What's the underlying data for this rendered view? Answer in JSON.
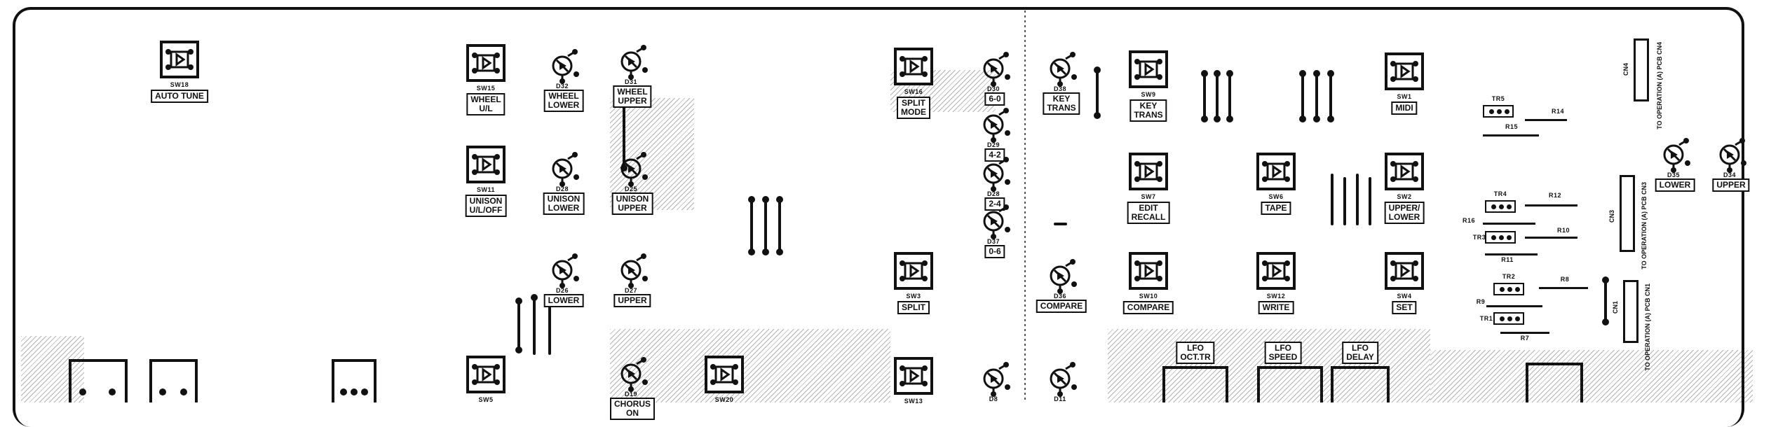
{
  "switches": [
    {
      "id": "sw18",
      "ref": "SW18",
      "label": "AUTO TUNE"
    },
    {
      "id": "sw15",
      "ref": "SW15",
      "label": "WHEEL\nU/L"
    },
    {
      "id": "sw11",
      "ref": "SW11",
      "label": "UNISON\nU/L/OFF"
    },
    {
      "id": "sw16",
      "ref": "SW16",
      "label": "SPLIT\nMODE"
    },
    {
      "id": "sw3",
      "ref": "SW3",
      "label": "SPLIT"
    },
    {
      "id": "sw9",
      "ref": "SW9",
      "label": "KEY\nTRANS"
    },
    {
      "id": "sw7",
      "ref": "SW7",
      "label": "EDIT\nRECALL"
    },
    {
      "id": "sw10",
      "ref": "SW10",
      "label": "COMPARE"
    },
    {
      "id": "sw6",
      "ref": "SW6",
      "label": "TAPE"
    },
    {
      "id": "sw12",
      "ref": "SW12",
      "label": "WRITE"
    },
    {
      "id": "sw1",
      "ref": "SW1",
      "label": "MIDI"
    },
    {
      "id": "sw2",
      "ref": "SW2",
      "label": "UPPER/\nLOWER"
    },
    {
      "id": "sw4",
      "ref": "SW4",
      "label": "SET"
    },
    {
      "id": "sw5",
      "ref": "SW5",
      "label": ""
    },
    {
      "id": "sw20",
      "ref": "SW20",
      "label": ""
    },
    {
      "id": "sw13",
      "ref": "SW13",
      "label": ""
    }
  ],
  "leds": [
    {
      "id": "d32",
      "ref": "D32",
      "label": "WHEEL\nLOWER"
    },
    {
      "id": "d31",
      "ref": "D31",
      "label": "WHEEL\nUPPER"
    },
    {
      "id": "d28",
      "ref": "D28",
      "label": "UNISON\nLOWER"
    },
    {
      "id": "d25",
      "ref": "D25",
      "label": "UNISON\nUPPER"
    },
    {
      "id": "d26",
      "ref": "D26",
      "label": "LOWER"
    },
    {
      "id": "d27",
      "ref": "D27",
      "label": "UPPER"
    },
    {
      "id": "d19",
      "ref": "D19",
      "label": "CHORUS\nON"
    },
    {
      "id": "d30",
      "ref": "D30",
      "label": "6-0"
    },
    {
      "id": "d29",
      "ref": "D29",
      "label": "4-2"
    },
    {
      "id": "d28b",
      "ref": "D28",
      "label": "2-4"
    },
    {
      "id": "d37",
      "ref": "D37",
      "label": "0-6"
    },
    {
      "id": "d38",
      "ref": "D38",
      "label": "KEY\nTRANS"
    },
    {
      "id": "d36",
      "ref": "D36",
      "label": "COMPARE"
    },
    {
      "id": "d35",
      "ref": "D35",
      "label": "LOWER"
    },
    {
      "id": "d34",
      "ref": "D34",
      "label": "UPPER"
    },
    {
      "id": "d8",
      "ref": "D8",
      "label": ""
    },
    {
      "id": "d11",
      "ref": "D11",
      "label": ""
    }
  ],
  "led_displays": [
    {
      "id": "led-octave",
      "label": "LFO\nOCT.TR"
    },
    {
      "id": "led-speed",
      "label": "LFO\nSPEED"
    },
    {
      "id": "led-delay",
      "label": "LFO\nDELAY"
    }
  ],
  "transistors": [
    "TR5",
    "TR4",
    "TR3",
    "TR2",
    "TR1"
  ],
  "resistors": [
    "R14",
    "R15",
    "R12",
    "R16",
    "R10",
    "R11",
    "R9",
    "R8",
    "R7"
  ],
  "connectors": [
    {
      "id": "cn4",
      "ref": "CN4",
      "text": "TO OPERATION (A)\nPCB CN4"
    },
    {
      "id": "cn3",
      "ref": "CN3",
      "text": "TO OPERATION (A)\nPCB CN3"
    },
    {
      "id": "cn1",
      "ref": "CN1",
      "text": "TO OPERATION (A)\nPCB CN1"
    }
  ]
}
